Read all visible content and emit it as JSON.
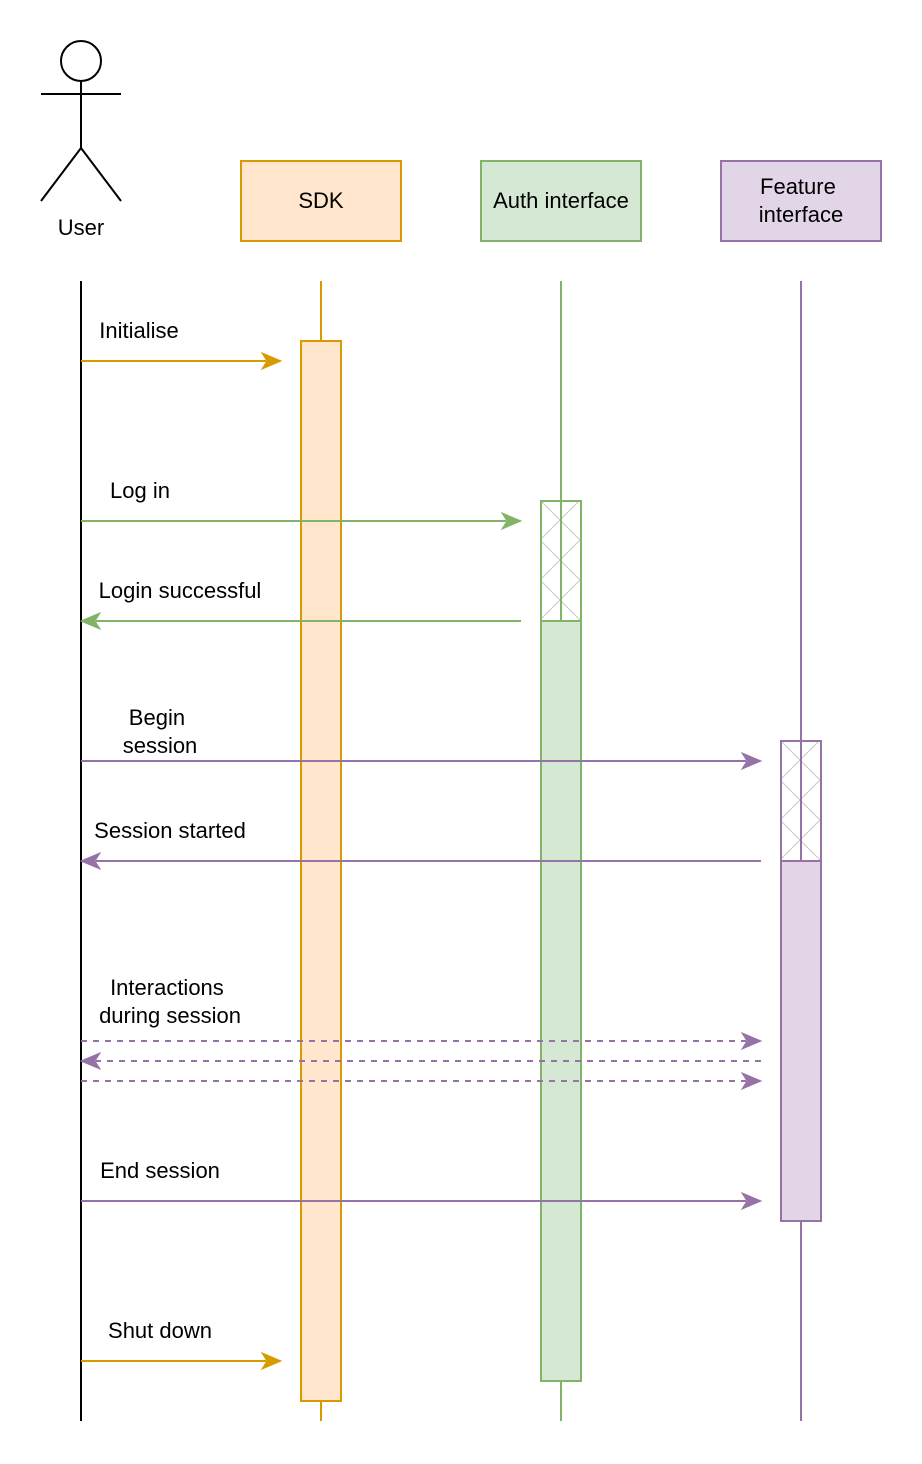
{
  "colors": {
    "sdk_fill": "#ffe6cc",
    "sdk_stroke": "#d79b00",
    "auth_fill": "#d5e8d4",
    "auth_stroke": "#82b366",
    "feature_fill": "#e1d5e7",
    "feature_stroke": "#9673a6",
    "user_stroke": "#000000"
  },
  "actor": {
    "label": "User",
    "icon": "stick-figure-icon"
  },
  "participants": [
    {
      "id": "sdk",
      "label_lines": [
        "SDK"
      ]
    },
    {
      "id": "auth",
      "label_lines": [
        "Auth interface"
      ]
    },
    {
      "id": "feature",
      "label_lines": [
        "Feature",
        "interface"
      ]
    }
  ],
  "messages": [
    {
      "id": "initialise",
      "label_lines": [
        "Initialise"
      ],
      "from": "user",
      "to": "sdk",
      "style": "solid",
      "color": "sdk"
    },
    {
      "id": "log-in",
      "label_lines": [
        "Log in"
      ],
      "from": "user",
      "to": "auth",
      "style": "solid",
      "color": "auth"
    },
    {
      "id": "login-successful",
      "label_lines": [
        "Login successful"
      ],
      "from": "auth",
      "to": "user",
      "style": "solid",
      "color": "auth"
    },
    {
      "id": "begin-session",
      "label_lines": [
        "Begin",
        "session"
      ],
      "from": "user",
      "to": "feature",
      "style": "solid",
      "color": "feature"
    },
    {
      "id": "session-started",
      "label_lines": [
        "Session started"
      ],
      "from": "feature",
      "to": "user",
      "style": "solid",
      "color": "feature"
    },
    {
      "id": "interactions",
      "label_lines": [
        "Interactions",
        "during session"
      ],
      "from": "user",
      "to": "feature",
      "style": "dashed",
      "color": "feature"
    },
    {
      "id": "interactions-return",
      "label_lines": [],
      "from": "feature",
      "to": "user",
      "style": "dashed",
      "color": "feature"
    },
    {
      "id": "interactions-again",
      "label_lines": [],
      "from": "user",
      "to": "feature",
      "style": "dashed",
      "color": "feature"
    },
    {
      "id": "end-session",
      "label_lines": [
        "End session"
      ],
      "from": "user",
      "to": "feature",
      "style": "solid",
      "color": "feature"
    },
    {
      "id": "shut-down",
      "label_lines": [
        "Shut down"
      ],
      "from": "user",
      "to": "sdk",
      "style": "solid",
      "color": "sdk"
    }
  ]
}
